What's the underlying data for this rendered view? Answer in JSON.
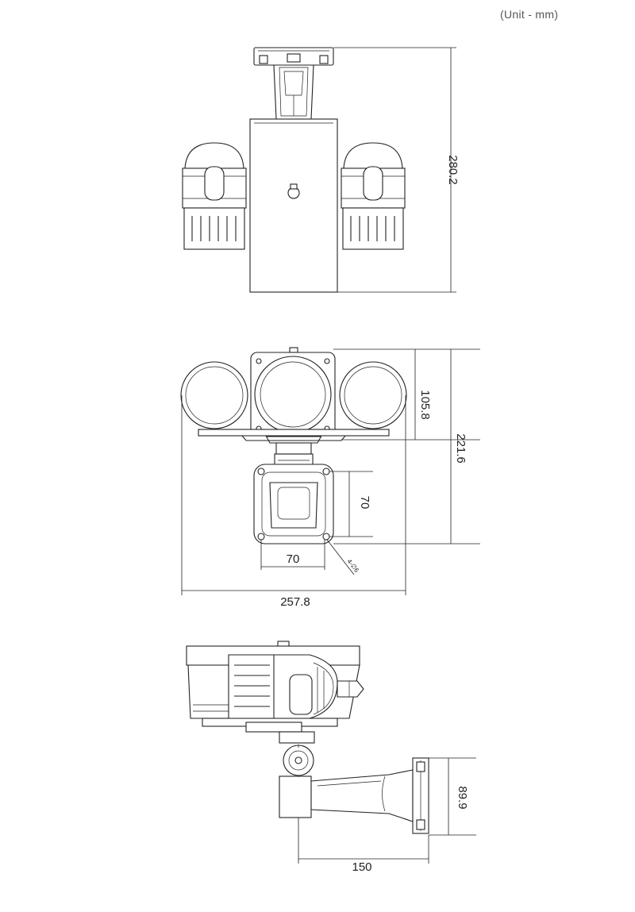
{
  "unit_label": "(Unit - mm)",
  "top_view": {
    "height_dim": "280.2"
  },
  "front_view": {
    "upper_height_dim": "105.8",
    "total_height_dim": "221.6",
    "plate_height_dim": "70",
    "plate_width_dim": "70",
    "hole_note": "4-∅6",
    "total_width_dim": "257.8"
  },
  "side_view": {
    "bracket_height_dim": "89.9",
    "bracket_length_dim": "150"
  }
}
